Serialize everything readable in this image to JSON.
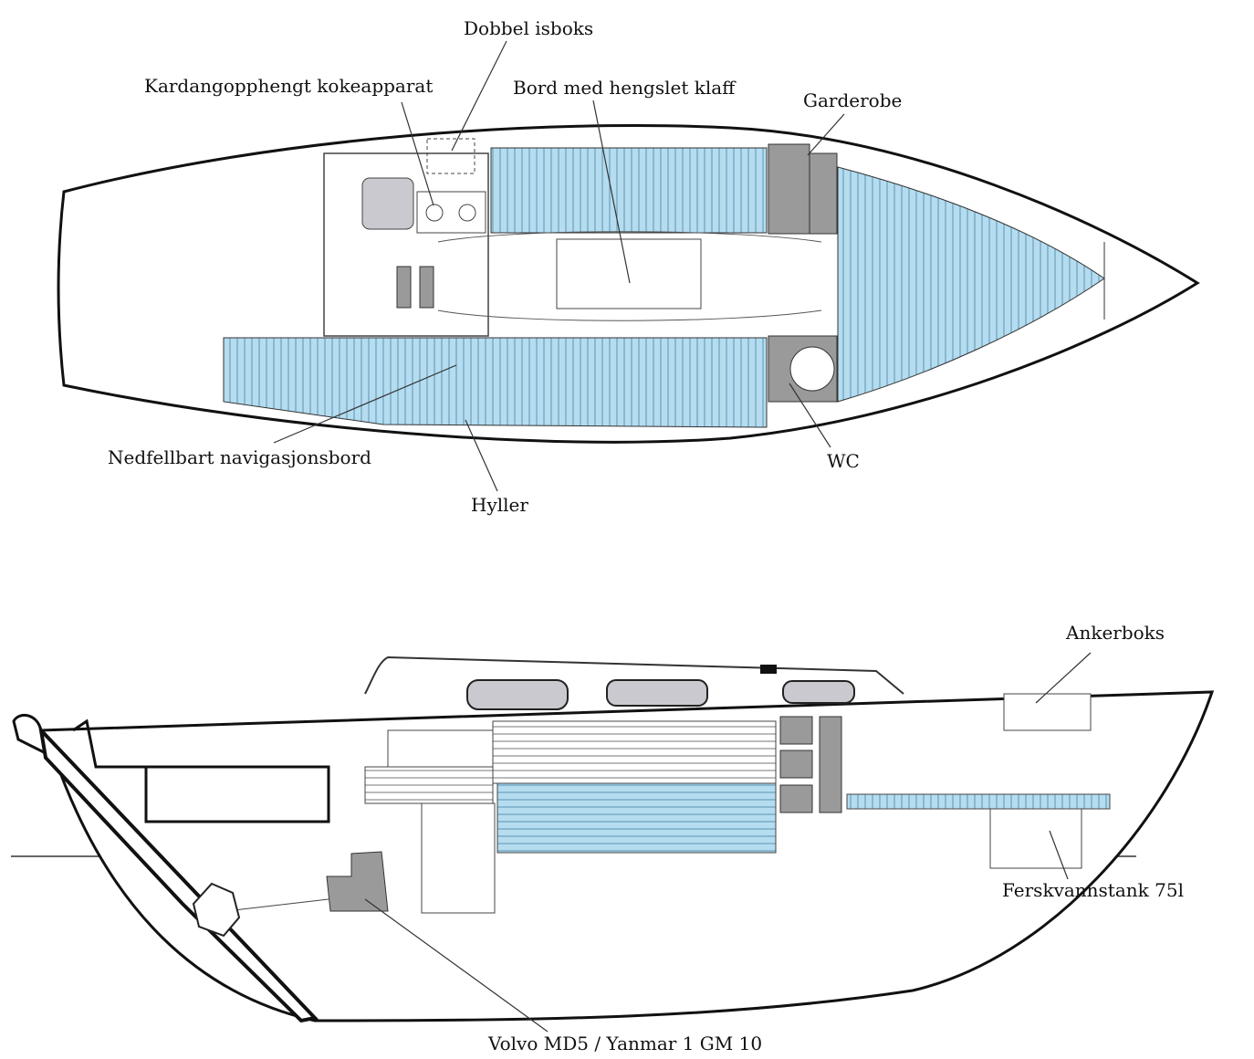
{
  "colors": {
    "cushion": "#b5dcef",
    "stripe": "#6fa9c9",
    "gray": "#9a9a9a",
    "line": "#111111",
    "window": "#c9c9cf"
  },
  "plan": {
    "labels": {
      "icebox": "Dobbel isboks",
      "stove": "Kardangopphengt kokeapparat",
      "table": "Bord med hengslet klaff",
      "wardrobe": "Garderobe",
      "nav_table": "Nedfellbart navigasjonsbord",
      "shelves": "Hyller",
      "wc": "WC"
    }
  },
  "profile": {
    "labels": {
      "anchor_box": "Ankerboks",
      "water_tank": "Ferskvannstank 75l",
      "engine": "Volvo MD5 / Yanmar 1 GM 10"
    }
  }
}
